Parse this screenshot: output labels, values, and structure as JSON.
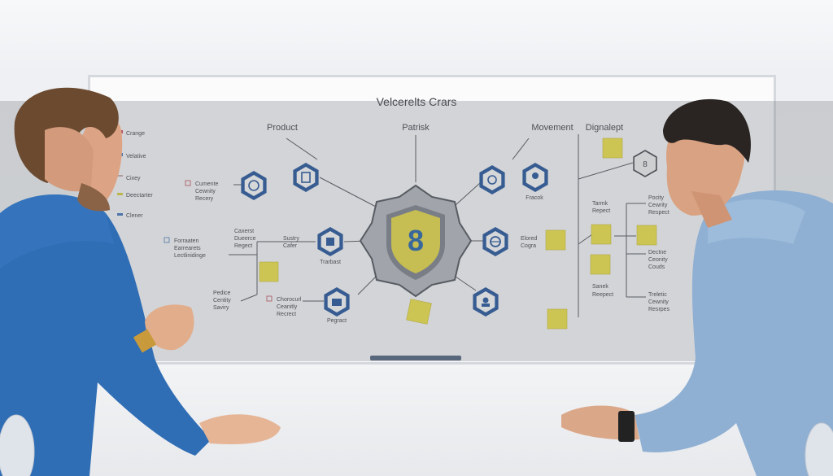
{
  "scene": "Two men looking at a whiteboard with a security diagram",
  "board": {
    "title": "Velcerelts Crars",
    "headers": {
      "product": "Product",
      "patrisk": "Patrisk",
      "movement": "Movement",
      "dignalept": "Dignalept"
    },
    "legend": [
      "Crange",
      "Velative",
      "Cixey",
      "Deectarter",
      "Clener"
    ],
    "left_labels": {
      "l1": [
        "Cumente",
        "Cewnity",
        "Recery"
      ],
      "l2": [
        "Forraaten",
        "Earrearets",
        "Lectlinidinge"
      ],
      "l3": [
        "Caxerst",
        "Dueerce",
        "Regect"
      ],
      "l4": [
        "Sustry",
        "Cafer"
      ],
      "l5": "Trarbast",
      "l6": [
        "Pedice",
        "Centity",
        "Saviry"
      ],
      "l7": [
        "Chorocurl",
        "Ceanitly",
        "Recrect"
      ],
      "l8": "Pegract"
    },
    "center_glyph": "8",
    "right_labels": {
      "r1": "Fracok",
      "r2": [
        "Elored",
        "Cogra"
      ],
      "r3": [
        "Tarmk",
        "Repect"
      ],
      "r4": [
        "Sanek",
        "Reepect"
      ],
      "r5": [
        "Pocity",
        "Cewrity",
        "Respect"
      ],
      "r6": [
        "Dectne",
        "Ceonity",
        "Couds"
      ],
      "r7": [
        "Treletic",
        "Cewnity",
        "Resrpes"
      ]
    }
  },
  "colors": {
    "shield_yellow": "#e9dc3e",
    "shield_blue": "#1d5fa8",
    "hex_blue": "#1b4f9a",
    "sticky_yellow": "#f3e63f",
    "shirt_blue": "#2f6db5",
    "shirt_light": "#8fb0d3",
    "band_gray": "#9a9ea5"
  }
}
